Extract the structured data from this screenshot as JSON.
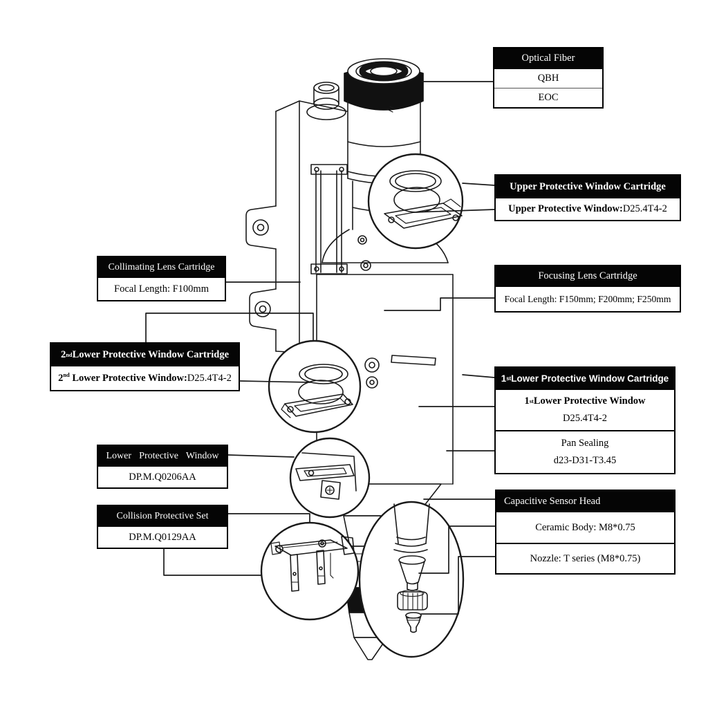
{
  "callouts": {
    "optical_fiber": {
      "header": "Optical Fiber",
      "rows": [
        "QBH",
        "EOC"
      ]
    },
    "upper_window": {
      "header": "Upper Protective Window Cartridge",
      "row_label": "Upper Protective Window:",
      "row_value": " D25.4T4-2"
    },
    "collimating": {
      "header": "Collimating Lens Cartridge",
      "row": "Focal Length: F100mm"
    },
    "focusing": {
      "header": "Focusing Lens Cartridge",
      "row": "Focal Length: F150mm; F200mm; F250mm"
    },
    "second_lower": {
      "header_num": "2",
      "header_sup": "nd",
      "header_rest": " Lower Protective Window Cartridge",
      "row_num": "2",
      "row_sup": "nd",
      "row_rest": " Lower Protective Window:",
      "row_value": " D25.4T4-2"
    },
    "first_lower": {
      "header_num": "1",
      "header_sup": "st",
      "header_rest": " Lower Protective Window Cartridge",
      "cell1_num": "1",
      "cell1_sup": "st",
      "cell1_rest": " Lower Protective Window",
      "cell1_value": "D25.4T4-2",
      "cell2_title": "Pan Sealing",
      "cell2_value": "d23-D31-T3.45"
    },
    "lower_window": {
      "header": "Lower Protective Window",
      "row": "DP.M.Q0206AA"
    },
    "collision": {
      "header": "Collision Protective Set",
      "row": "DP.M.Q0129AA"
    },
    "capacitive": {
      "header": "Capacitive Sensor Head",
      "row1": "Ceramic Body: M8*0.75",
      "row2": "Nozzle: T series (M8*0.75)"
    }
  },
  "colors": {
    "ink": "#1a1a1a",
    "header_bg": "#050505",
    "header_fg": "#ffffff",
    "background": "#ffffff"
  }
}
